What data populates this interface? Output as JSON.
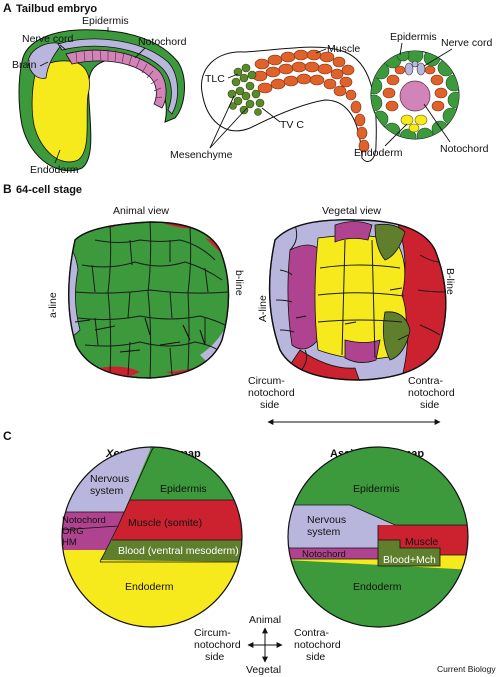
{
  "colors": {
    "epidermis": "#3c9a3c",
    "muscle": "#e0622a",
    "notochord": "#d283b8",
    "endoderm": "#f7ea1c",
    "nervous": "#b9b6dd",
    "mesenchyme": "#5c8a2a",
    "red": "#cc2230",
    "magenta": "#b0438f",
    "olive": "#5f7f2d"
  },
  "panelA": {
    "letter": "A",
    "title": "Tailbud embryo",
    "labels": {
      "brain": "Brain",
      "nerve_cord": "Nerve cord",
      "epidermis": "Epidermis",
      "notochord": "Notochord",
      "endoderm": "Endoderm",
      "tlc": "TLC",
      "muscle": "Muscle",
      "tvc": "TV C",
      "mesenchyme": "Mesenchyme",
      "x_epidermis": "Epidermis",
      "x_nerve_cord": "Nerve cord",
      "x_endoderm": "Endoderm",
      "x_notochord": "Notochord"
    }
  },
  "panelB": {
    "letter": "B",
    "title": "64-cell stage",
    "animal_view": "Animal view",
    "vegetal_view": "Vegetal view",
    "a_line": "a-line",
    "b_line": "b-line",
    "A_line": "A-line",
    "B_line": "B-line",
    "circum1": "Circum-",
    "circum2": "notochord",
    "circum3": "side",
    "contra1": "Contra-",
    "contra2": "notochord",
    "contra3": "side"
  },
  "panelC": {
    "letter": "C",
    "xenopus_italic": "Xenopus",
    "xenopus_rest": " fate map",
    "ascidian_title": "Ascidian fate map",
    "xenopus": {
      "nervous1": "Nervous",
      "nervous2": "system",
      "epidermis": "Epidermis",
      "notochord": "Notochord",
      "org": "ORG",
      "hm": "HM",
      "muscle": "Muscle (somite)",
      "blood": "Blood (ventral mesoderm)",
      "endoderm": "Endoderm"
    },
    "ascidian": {
      "epidermis": "Epidermis",
      "nervous1": "Nervous",
      "nervous2": "system",
      "muscle": "Muscle",
      "notochord": "Notochord",
      "blood": "Blood+Mch",
      "endoderm": "Endoderm"
    },
    "compass": {
      "animal": "Animal",
      "vegetal": "Vegetal",
      "circum1": "Circum-",
      "circum2": "notochord",
      "circum3": "side",
      "contra1": "Contra-",
      "contra2": "notochord",
      "contra3": "side"
    }
  },
  "credit": "Current Biology"
}
